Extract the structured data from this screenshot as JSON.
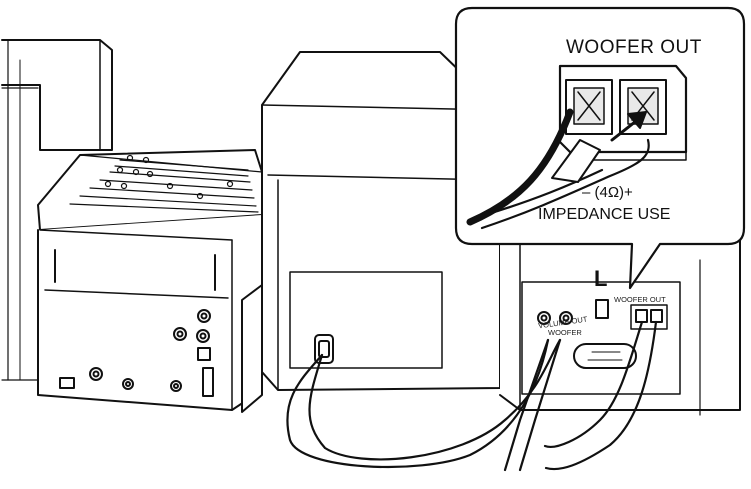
{
  "callout": {
    "title": "WOOFER OUT",
    "polarity": "– (4Ω)+",
    "impedance": "IMPEDANCE USE"
  },
  "speaker": {
    "channel": "L",
    "jack_label": "WOOFER OUT"
  },
  "subwoofer_panel": {
    "label_top": "VOLUME OUT",
    "label_bottom": "WOOFER"
  },
  "colors": {
    "line": "#111111",
    "fill": "#ffffff",
    "shade": "#e9e9e9"
  }
}
